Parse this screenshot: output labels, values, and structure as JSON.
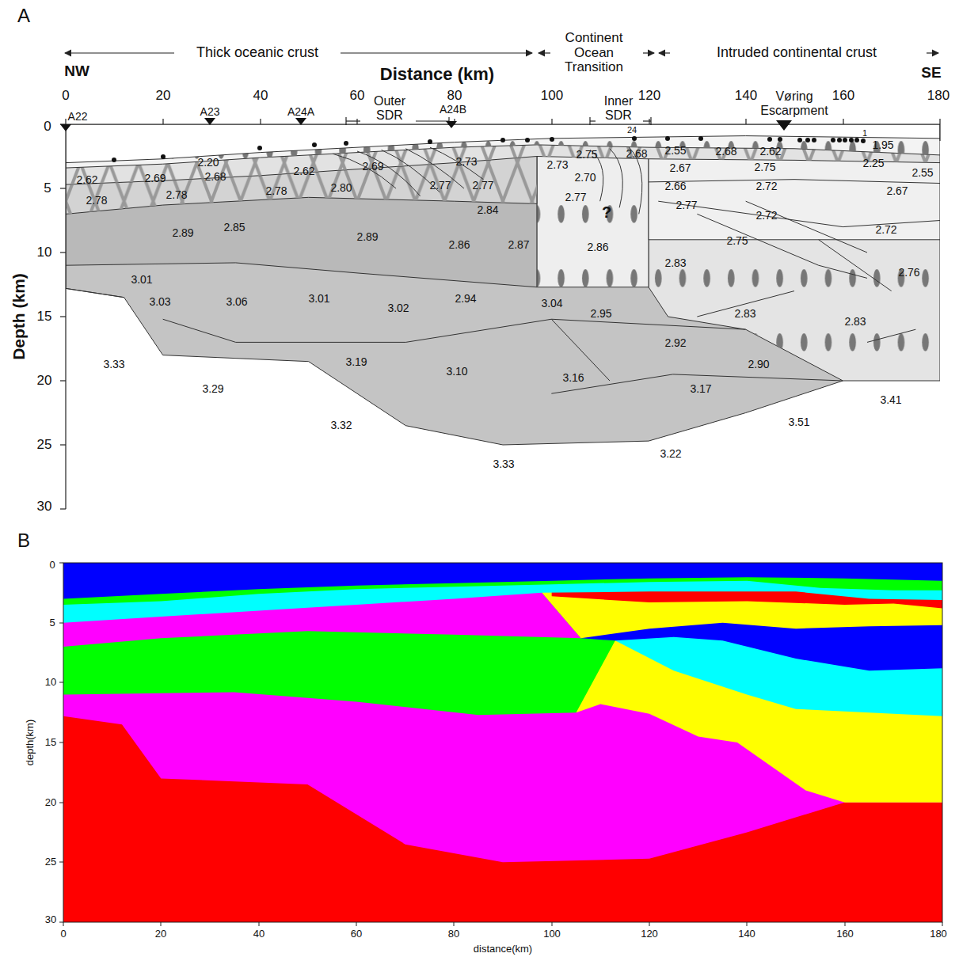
{
  "diagram": {
    "labels": [
      "A",
      "NW",
      "Thick oceanic crust",
      "Distance (km)",
      "Continent Ocean Transition",
      "Intruded continental crust",
      "SE",
      "0",
      "20",
      "40",
      "60",
      "80",
      "100",
      "120",
      "140",
      "160",
      "180",
      "Outer SDR",
      "Inner SDR",
      "Vøring Escarpment",
      "A22",
      "A23",
      "A24A",
      "A24B",
      "24",
      "1",
      "0",
      "5",
      "10",
      "15",
      "20",
      "25",
      "30",
      "Depth (km)",
      "1.95",
      "2.20",
      "2.62",
      "2.69",
      "2.68",
      "2.62",
      "2.69",
      "2.73",
      "2.75",
      "2.68",
      "2.55",
      "2.68",
      "2.62",
      "2.25",
      "2.73",
      "2.70",
      "2.67",
      "2.75",
      "2.55",
      "2.78",
      "2.78",
      "2.78",
      "2.80",
      "2.77",
      "2.77",
      "2.66",
      "2.72",
      "2.67",
      "2.77",
      "2.77",
      "2.84",
      "2.72",
      "2.72",
      "?",
      "2.89",
      "2.85",
      "2.89",
      "2.86",
      "2.87",
      "2.86",
      "2.75",
      "2.83",
      "2.76",
      "3.01",
      "3.03",
      "3.06",
      "3.01",
      "3.02",
      "2.94",
      "3.04",
      "2.95",
      "2.83",
      "2.83",
      "3.33",
      "2.92",
      "3.19",
      "3.10",
      "3.16",
      "3.17",
      "2.90",
      "3.29",
      "3.41",
      "3.32",
      "3.51",
      "3.22",
      "3.33",
      "B",
      "0",
      "5",
      "10",
      "15",
      "20",
      "25",
      "30",
      "depth(km)",
      "0",
      "20",
      "40",
      "60",
      "80",
      "100",
      "120",
      "140",
      "160",
      "180",
      "distance(km)"
    ]
  }
}
